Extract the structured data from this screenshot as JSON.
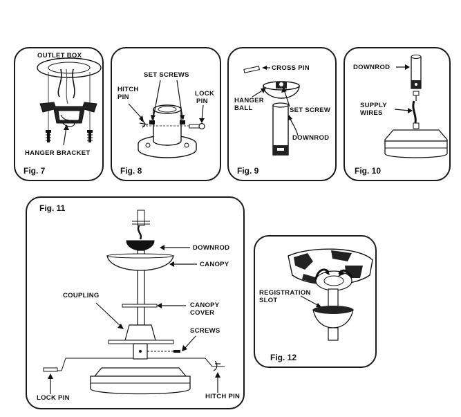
{
  "figures": {
    "fig7": {
      "caption": "Fig. 7",
      "labels": {
        "outlet_box": "OUTLET BOX",
        "hanger_bracket": "HANGER BRACKET"
      }
    },
    "fig8": {
      "caption": "Fig. 8",
      "labels": {
        "set_screws": "SET SCREWS",
        "hitch_pin_1": "HITCH",
        "hitch_pin_2": "PIN",
        "lock_pin_1": "LOCK",
        "lock_pin_2": "PIN"
      }
    },
    "fig9": {
      "caption": "Fig. 9",
      "labels": {
        "cross_pin": "CROSS PIN",
        "hanger_ball_1": "HANGER",
        "hanger_ball_2": "BALL",
        "set_screw": "SET SCREW",
        "downrod": "DOWNROD"
      }
    },
    "fig10": {
      "caption": "Fig. 10",
      "labels": {
        "downrod": "DOWNROD",
        "supply_wires_1": "SUPPLY",
        "supply_wires_2": "WIRES"
      }
    },
    "fig11": {
      "caption": "Fig. 11",
      "labels": {
        "downrod": "DOWNROD",
        "canopy": "CANOPY",
        "coupling": "COUPLING",
        "canopy_cover_1": "CANOPY",
        "canopy_cover_2": "COVER",
        "screws": "SCREWS",
        "lock_pin": "LOCK PIN",
        "hitch_pin": "HITCH PIN"
      }
    },
    "fig12": {
      "caption": "Fig. 12",
      "labels": {
        "registration_slot_1": "REGISTRATION",
        "registration_slot_2": "SLOT"
      }
    }
  }
}
